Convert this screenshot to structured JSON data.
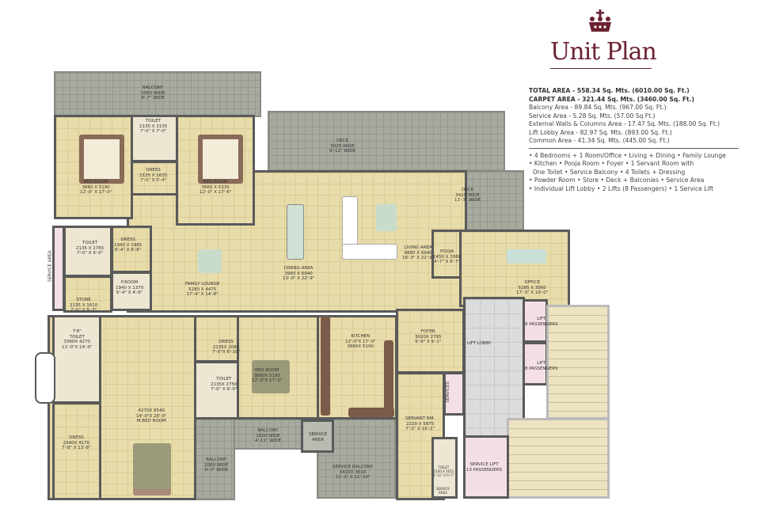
{
  "header": {
    "title": "Unit Plan",
    "logo": "crown-icon"
  },
  "specs": {
    "bold": [
      "TOTAL AREA - 558.34 Sq. Mts. (6010.00 Sq. Ft.)",
      "CARPET AREA - 321.44 Sq. Mts. (3460.00 Sq. Ft.)"
    ],
    "areas": [
      "Balcony Area - 89.84 Sq. Mts. (967.00 Sq. Ft.)",
      "Service Area - 5.28 Sq. Mts. (57.00 Sq Ft.)",
      "External Walls & Columns Area - 17.47 Sq. Mts. (188.00 Sq. Ft.)",
      "Lift Lobby Area - 82.97 Sq. Mts. (893.00 Sq. Ft.)",
      "Common Area - 41.34 Sq. Mts. (445.00 Sq. Ft.)"
    ],
    "features": [
      "• 4 Bedrooms + 1 Room/Office • Living + Dining • Family Lounge",
      "• Kitchen • Pooja Room • Foyer • 1 Servant Room with",
      "  One Toilet • Service Balcony • 4 Toilets + Dressing",
      "• Powder Room • Store • Deck + Balconies • Service Area",
      "• Individual Lift Lobby • 2 Lifts (8 Passengers) • 1 Service Lift"
    ]
  },
  "rooms": {
    "balcony_top": "BALCONY\n2000 WIDE\n6'-7\" WIDE",
    "deck": "DECK\n3025 WIDE\n9'-11\" WIDE",
    "deck_right": "DECK\n3425 WIDE\n11'-3\" WIDE",
    "bedroom1": "BED ROOM\n3660 X 5190\n12'-0\" X 17'-0\"",
    "toilet1": "TOILET\n2135 X 2135\n7'-0\" X 7'-0\"",
    "dress1": "DRESS\n2135 X 1635\n7'-0\" X 5'-4\"",
    "bedroom2": "BED ROOM\n3660 X 5330\n12'-0\" X 17'-6\"",
    "service_area_left": "SERVICE AREA",
    "toilet2": "TOILET\n2135 X 2765\n7'-0\" X 9'-0\"",
    "dress2": "DRESS\n1940 X 1985\n6'-4\" X 6'-6\"",
    "proom": "P.ROOM\n1940 X 1370\n6'-4\" X 4'-6\"",
    "store": "STORE\n2135 X 1610\n7'-0\" X 5'-3\"",
    "family_lounge": "FAMILY LOUNGE\n5280 X 4475\n17'-4\" X 14'-8\"",
    "dining": "DINING AREA\n3965 X 6940\n13'-0\" X 22'-9\"",
    "living": "LIVING AREA\n4880 X 6940\n16'-3\" X 22'-9\"",
    "pooja": "POOJA\n1450 X 2060\n4'-7\" X 6'-7\"",
    "office": "OFFICE\n5285 X 3060\n17'-3\" X 10'-0\"",
    "lift_lobby": "LIFT LOBBY",
    "lift1": "LIFT\n8 PASSENGERS",
    "lift2": "LIFT\n8 PASSENGERS",
    "toilet_master": "7'8\"\nTOILET\n3360X 4270\n11'-0\"X 14'-0\"",
    "dress_master": "DRESS\n2340X 4170\n7'-8\" X 13'-8\"",
    "master_bedroom": "4270X 8540\n14'-0\"X 28'-0\"\nM.BED ROOM",
    "dress3": "DRESS\n2135X 2080\n7'-0\"X 6'-10\"",
    "toilet3": "TOILET\n2135X 2750\n7'-0\" X 9'-0\"",
    "bedroom3": "BED ROOM\n3660X 5190\n12'-0\"X 17'-0\"",
    "balcony_bottom_left": "BALCONY\n2000 WIDE\n6'-7\" WIDE",
    "balcony_bottom": "BALCONY\n1500 WIDE\n4'-11\" WIDE",
    "service_area": "SERVICE\nAREA",
    "kitchen": "KITCHEN\n12'-0\"X 17'-0\"\n3660X 5190",
    "foyer": "FOYER\n3020X 2795\n9'-9\" X 9'-1\"",
    "service_balcony": "SERVICE BALCONY\n3410X 3610\n11'-2\" X 11'-10\"",
    "servant_room": "SERVANT RM.\n2220 X 5875\n7'-3\" X 19'-2\"",
    "servant_toilet": "TOILET\n1200 X 2015\n3'-11\" X 6'-7\"",
    "service_area_small": "SERVICE\nAREA",
    "services": "SERVICES",
    "service_lift": "SERVICE LIFT\n13 PASSENGERS"
  },
  "colors": {
    "brand": "#6b2231",
    "floor": "#e8dcaa",
    "balcony": "#a7aa9f",
    "lift": "#f3dfe4",
    "wall": "#5a5a5a"
  }
}
